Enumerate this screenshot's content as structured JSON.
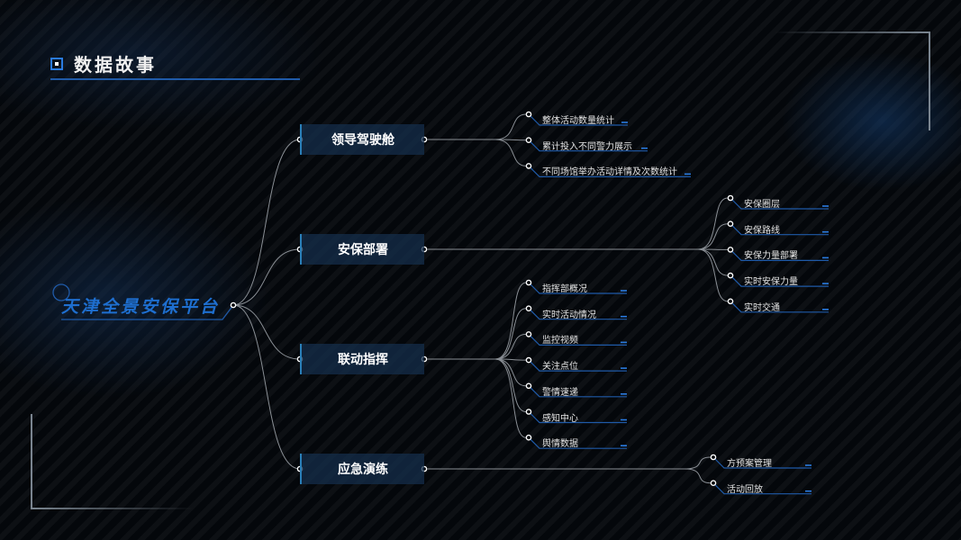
{
  "title": "数据故事",
  "root": "天津全景安保平台",
  "accent": "#1e6fd0",
  "categories": [
    {
      "label": "领导驾驶舱",
      "children": [
        "整体活动数量统计",
        "累计投入不同警力展示",
        "不同场馆举办活动详情及次数统计"
      ]
    },
    {
      "label": "安保部署",
      "children": [
        "安保圈层",
        "安保路线",
        "安保力量部署",
        "实时安保力量",
        "实时交通"
      ]
    },
    {
      "label": "联动指挥",
      "children": [
        "指挥部概况",
        "实时活动情况",
        "监控视频",
        "关注点位",
        "警情速递",
        "感知中心",
        "舆情数据"
      ]
    },
    {
      "label": "应急演练",
      "children": [
        "方预案管理",
        "活动回放"
      ]
    }
  ]
}
